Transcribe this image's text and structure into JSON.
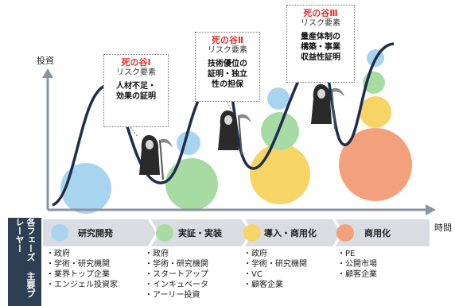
{
  "axes": {
    "y_label": "投資",
    "x_label": "時間"
  },
  "side_label": "各フェーズ 主要プレーヤー",
  "valleys": [
    {
      "title": "死の谷Ⅰ",
      "subtitle": "リスク要素",
      "body": [
        "人材不足・",
        "効果の証明"
      ]
    },
    {
      "title": "死の谷Ⅱ",
      "subtitle": "リスク要素",
      "body": [
        "技術優位の",
        "証明・独立",
        "性の担保"
      ]
    },
    {
      "title": "死の谷Ⅲ",
      "subtitle": "リスク要素",
      "body": [
        "量産体制の",
        "構築・事業",
        "収益性証明"
      ]
    }
  ],
  "phases": [
    {
      "name": "研究開発",
      "color": "#a9d4ef",
      "players": [
        "政府",
        "学術・研究機関",
        "業界トップ企業",
        "エンジェル投資家"
      ]
    },
    {
      "name": "実証・実装",
      "color": "#a8dba4",
      "players": [
        "政府",
        "学術・研究機関",
        "スタートアップ",
        "インキュベータ",
        "アーリー投資"
      ]
    },
    {
      "name": "導入・商用化",
      "color": "#f7d466",
      "players": [
        "政府",
        "学術・研究機関",
        "VC",
        "顧客企業"
      ]
    },
    {
      "name": "商用化",
      "color": "#f2a17c",
      "players": [
        "PE",
        "公開市場",
        "顧客企業"
      ]
    }
  ],
  "colors": {
    "curve": "#1f2d4d",
    "axis": "#8a95a3",
    "bar": "#d9dde2",
    "side": "#2f3f53"
  },
  "icons": [
    "grim-reaper-icon",
    "grim-reaper-icon",
    "grim-reaper-icon"
  ]
}
